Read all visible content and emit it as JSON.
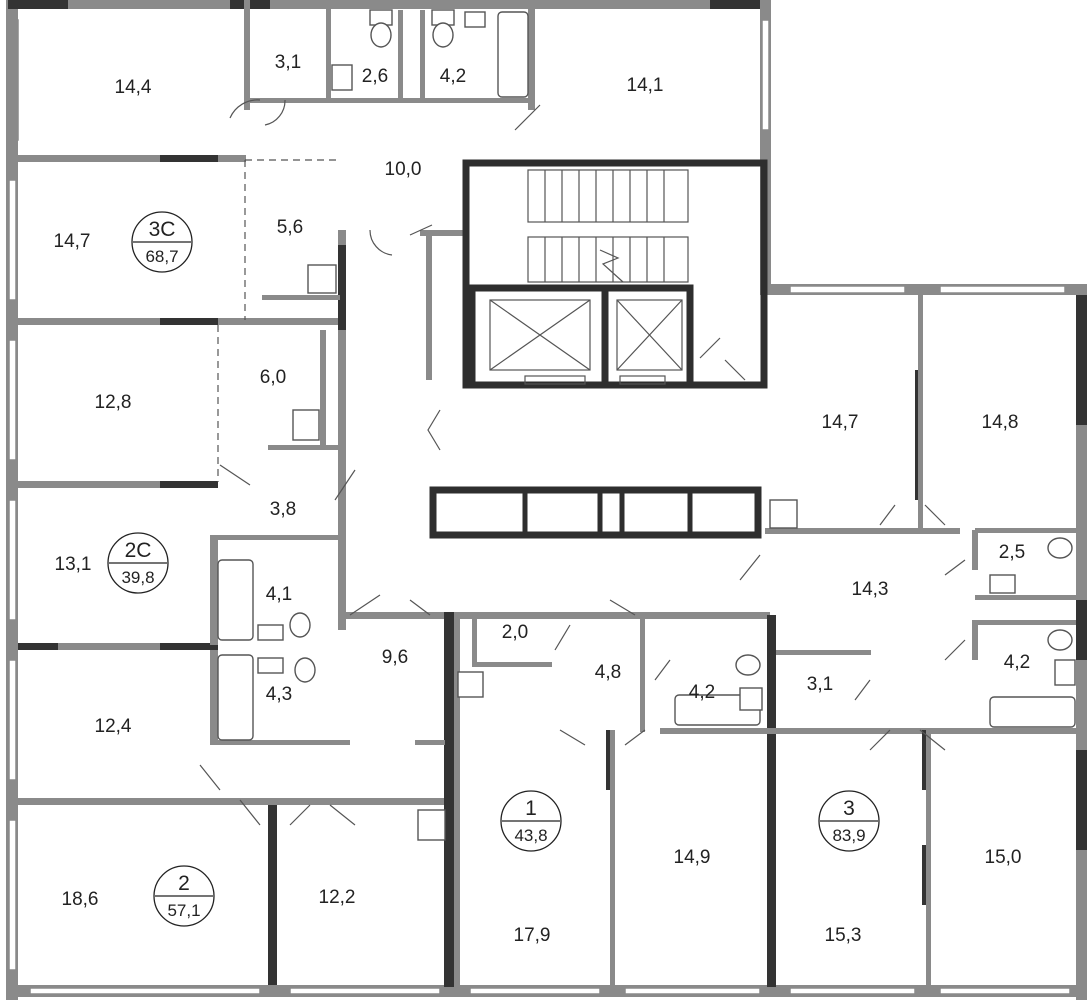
{
  "plan": {
    "apartments": [
      {
        "name": "3С",
        "area": "68,7"
      },
      {
        "name": "2С",
        "area": "39,8"
      },
      {
        "name": "1",
        "area": "43,8"
      },
      {
        "name": "2",
        "area": "57,1"
      },
      {
        "name": "3",
        "area": "83,9"
      }
    ],
    "rooms": [
      "14,4",
      "3,1",
      "2,6",
      "4,2",
      "14,1",
      "10,0",
      "14,7",
      "5,6",
      "12,8",
      "6,0",
      "3,8",
      "13,1",
      "4,1",
      "12,4",
      "4,3",
      "9,6",
      "18,6",
      "12,2",
      "2,0",
      "4,8",
      "4,2",
      "17,9",
      "14,9",
      "14,7",
      "14,8",
      "14,3",
      "2,5",
      "3,1",
      "4,2",
      "15,3",
      "15,0"
    ]
  }
}
